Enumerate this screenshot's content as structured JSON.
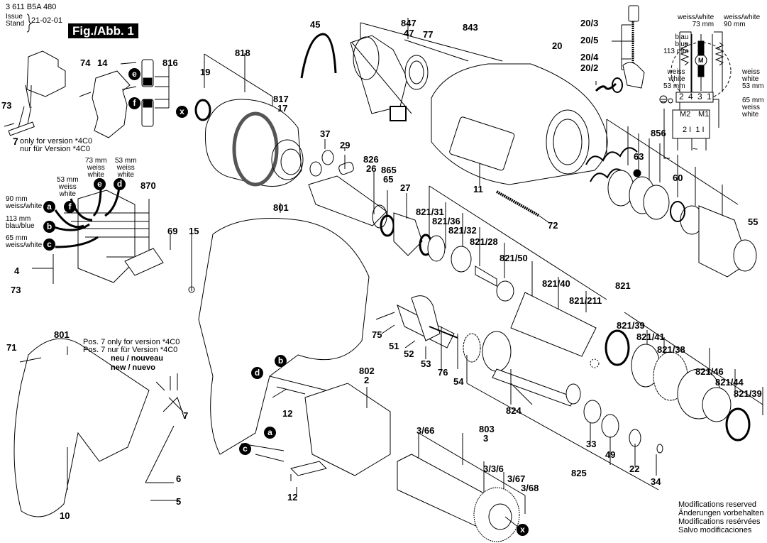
{
  "header": {
    "part_number": "3 611 B5A 480",
    "issue_label": "Issue",
    "stand_label": "Stand",
    "issue_date": "21-02-01",
    "figure_title": "Fig./Abb. 1"
  },
  "labels": {
    "p73a": "73",
    "p74": "74",
    "p14": "14",
    "p816": "816",
    "p818": "818",
    "p19": "19",
    "p817": "817",
    "p17": "17",
    "p45": "45",
    "p847": "847",
    "p47": "47",
    "p77": "77",
    "p843": "843",
    "p11": "11",
    "p20": "20",
    "p20_3": "20/3",
    "p20_5": "20/5",
    "p20_4": "20/4",
    "p20_2": "20/2",
    "p37": "37",
    "p29": "29",
    "p826": "826",
    "p26": "26",
    "p865": "865",
    "p65": "65",
    "p27": "27",
    "p856": "856",
    "p63": "63",
    "p60": "60",
    "p55": "55",
    "p72": "72",
    "p870": "870",
    "p69": "69",
    "p15": "15",
    "p801a": "801",
    "p4": "4",
    "p73b": "73",
    "p821_31": "821/31",
    "p821_36": "821/36",
    "p821_32": "821/32",
    "p821_28": "821/28",
    "p821_50": "821/50",
    "p821_40": "821/40",
    "p821_211": "821/211",
    "p821": "821",
    "p821_39a": "821/39",
    "p821_41": "821/41",
    "p821_38": "821/38",
    "p821_46": "821/46",
    "p821_44": "821/44",
    "p821_39b": "821/39",
    "p75": "75",
    "p51": "51",
    "p52": "52",
    "p53": "53",
    "p76": "76",
    "p54": "54",
    "p71": "71",
    "p801b": "801",
    "p802": "802",
    "p2": "2",
    "p12a": "12",
    "p12b": "12",
    "p7": "7",
    "p6": "6",
    "p5": "5",
    "p10": "10",
    "p824": "824",
    "p33": "33",
    "p49": "49",
    "p22": "22",
    "p34": "34",
    "p825": "825",
    "p3_66": "3/66",
    "p803": "803",
    "p3": "3",
    "p3_3_6": "3/3/6",
    "p3_67": "3/67",
    "p3_68": "3/68"
  },
  "badges": {
    "x": "x",
    "e": "e",
    "f": "f",
    "a": "a",
    "b": "b",
    "c": "c",
    "d": "d"
  },
  "notes": {
    "version_only_en": "only for version *4C0",
    "version_only_de": "nur für Version  *4C0",
    "version_7": "7",
    "pos7_en": "Pos. 7 only for version *4C0",
    "pos7_de": "Pos. 7 nur für Version  *4C0",
    "new_fr": "neu / nouveau",
    "new_es": "new / nuevo"
  },
  "switch_wires": {
    "e": "73 mm\nweiss\nwhite",
    "d": "53 mm\nweiss\nwhite",
    "f": "53 mm\nweiss\nwhite",
    "a": "90 mm\nweiss/white",
    "b": "113 mm\nblau/blue",
    "c": "65 mm\nweiss/white"
  },
  "wiring": {
    "top_left": "weiss/white\n73 mm",
    "top_right": "weiss/white\n90 mm",
    "blue": "blau\nblue\n113 mm",
    "white_left": "weiss\nwhite\n53 mm",
    "white_right": "weiss\nwhite\n53 mm",
    "white_65": "65 mm\nweiss\nwhite",
    "terminals": [
      "2",
      "4",
      "3",
      "1"
    ],
    "motor": "M",
    "m2": "M2",
    "m1": "M1",
    "inputs": "2 I  1 I",
    "ac": "~"
  },
  "footer": [
    "Modifications reserved",
    "Änderungen vorbehalten",
    "Modifications resérvées",
    "Salvo modificaciones"
  ]
}
